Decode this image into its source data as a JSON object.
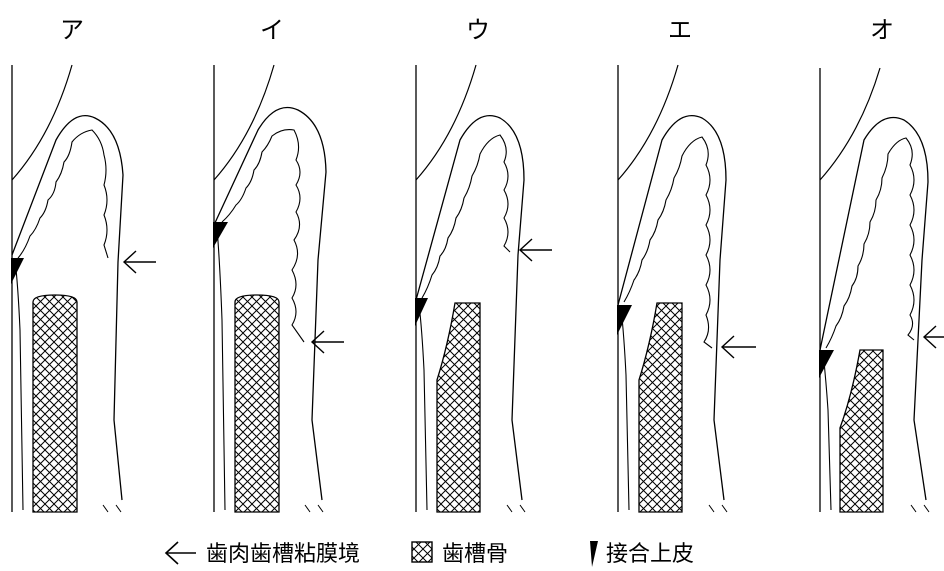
{
  "panels": [
    {
      "label": "ア"
    },
    {
      "label": "イ"
    },
    {
      "label": "ウ"
    },
    {
      "label": "エ"
    },
    {
      "label": "オ"
    }
  ],
  "legend": {
    "mucogingival_junction": "歯肉歯槽粘膜境",
    "alveolar_bone": "歯槽骨",
    "junctional_epithelium": "接合上皮"
  },
  "colors": {
    "line": "#000000",
    "background": "#ffffff"
  },
  "icons": [
    "left-arrow-icon",
    "crosshatch-swatch-icon",
    "epithelium-wedge-icon"
  ]
}
